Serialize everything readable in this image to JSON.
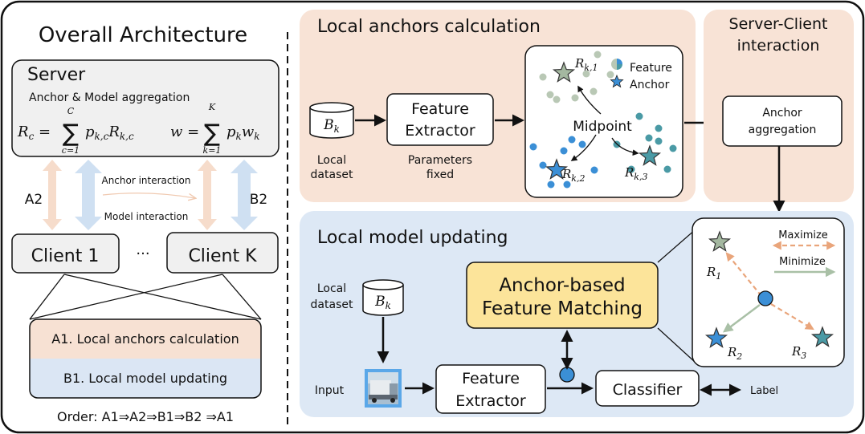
{
  "overall": {
    "title": "Overall Architecture",
    "server": {
      "title": "Server",
      "subtitle": "Anchor  & Model aggregation",
      "formula_rc": "R_c = Σ_{c=1}^{C} p_{k,c} R_{k,c}",
      "formula_w": "w = Σ_{k=1}^{K} p_k w_k",
      "sum_upper_c": "C",
      "sum_lower_c": "c=1",
      "sum_upper_k": "K",
      "sum_lower_k": "k=1"
    },
    "arrow_left_label": "A2",
    "arrow_right_label": "B2",
    "anchor_interaction": "Anchor interaction",
    "model_interaction": "Model interaction",
    "client1": "Client 1",
    "ellipsis": "···",
    "clientK": "Client K",
    "stage_a": "A1. Local anchors calculation",
    "stage_b": "B1. Local model updating",
    "order": "Order: A1⇒A2⇒B1⇒B2 ⇒A1"
  },
  "anchors_calc": {
    "title": "Local anchors calculation",
    "dataset_symbol": "B_k",
    "dataset_label_1": "Local",
    "dataset_label_2": "dataset",
    "extractor_1": "Feature",
    "extractor_2": "Extractor",
    "params_1": "Parameters",
    "params_2": "fixed",
    "midpoint": "Midpoint",
    "legend_feature": "Feature",
    "legend_anchor": "Anchor",
    "r_k1": "R_{k,1}",
    "r_k2": "R_{k,2}",
    "r_k3": "R_{k,3}"
  },
  "server_client": {
    "title_1": "Server-Client",
    "title_2": "interaction",
    "box_1": "Anchor",
    "box_2": "aggregation"
  },
  "model_update": {
    "title": "Local model updating",
    "dataset_label_1": "Local",
    "dataset_label_2": "dataset",
    "dataset_symbol": "B_k",
    "input_label": "Input",
    "matching_1": "Anchor-based",
    "matching_2": "Feature Matching",
    "extractor_1": "Feature",
    "extractor_2": "Extractor",
    "classifier": "Classifier",
    "label": "Label",
    "maximize": "Maximize",
    "minimize": "Minimize",
    "r1": "R_1",
    "r2": "R_2",
    "r3": "R_3"
  },
  "colors": {
    "peach_panel": "#f8e3d6",
    "blue_panel": "#dde8f5",
    "yellow_box": "#fce49a",
    "feature_gray": "#b9c8b5",
    "feature_blue": "#3b8fd6",
    "feature_teal": "#4a9aa5",
    "anchor_gray": "#a4b8a0",
    "anchor_blue": "#3b8fd6",
    "anchor_teal": "#4a9aa5",
    "orange_arrow": "#e9a57b",
    "green_arrow": "#a9c0a6"
  }
}
